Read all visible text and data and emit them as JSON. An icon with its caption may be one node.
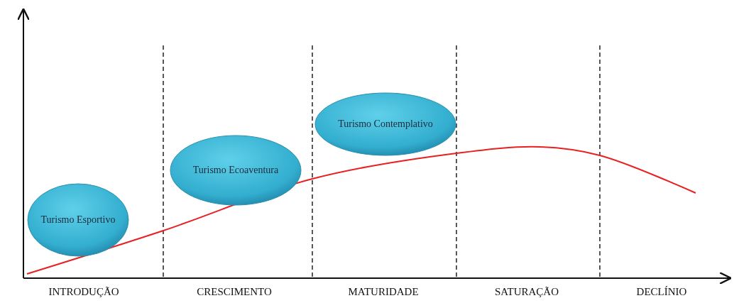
{
  "diagram": {
    "nodes": [
      {
        "text": [
          "Turismo Esportivo"
        ]
      },
      {
        "text": [
          "Turismo Ecoaventura"
        ]
      },
      {
        "text": [
          "Turismo Contemplativo"
        ]
      }
    ],
    "labels": [
      "INTRODUÇÃO",
      "CRESCIMENTO",
      "MATURIDADE",
      "SATURAÇÃO",
      "DECLÍNIO"
    ]
  }
}
